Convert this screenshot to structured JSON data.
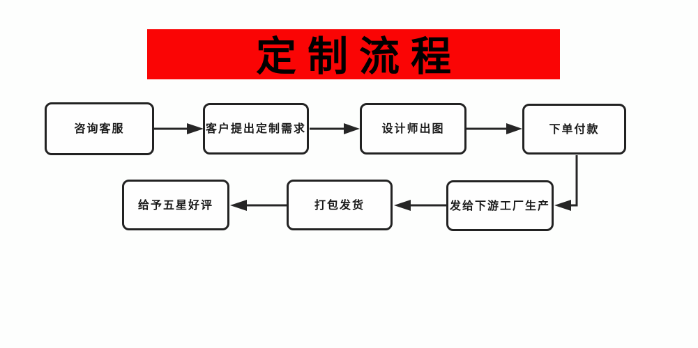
{
  "title": {
    "text": "定制流程"
  },
  "colors": {
    "banner_bg": "#fa0505",
    "title_text": "#000000",
    "box_border": "#222222",
    "box_fill": "#fefefe",
    "arrow": "#262626",
    "page_bg": "#fdfefd",
    "box_text": "#1a1a1a"
  },
  "flowchart": {
    "nodes": [
      {
        "label": "咨询客服"
      },
      {
        "label": "客户提出定制需求"
      },
      {
        "label": "设计师出图"
      },
      {
        "label": "下单付款"
      },
      {
        "label": "发给下游工厂生产"
      },
      {
        "label": "打包发货"
      },
      {
        "label": "给予五星好评"
      }
    ],
    "edges": [
      {
        "from": "咨询客服",
        "to": "客户提出定制需求",
        "direction": "right"
      },
      {
        "from": "客户提出定制需求",
        "to": "设计师出图",
        "direction": "right"
      },
      {
        "from": "设计师出图",
        "to": "下单付款",
        "direction": "right"
      },
      {
        "from": "下单付款",
        "to": "发给下游工厂生产",
        "direction": "down-then-left"
      },
      {
        "from": "发给下游工厂生产",
        "to": "打包发货",
        "direction": "left"
      },
      {
        "from": "打包发货",
        "to": "给予五星好评",
        "direction": "left"
      }
    ]
  }
}
